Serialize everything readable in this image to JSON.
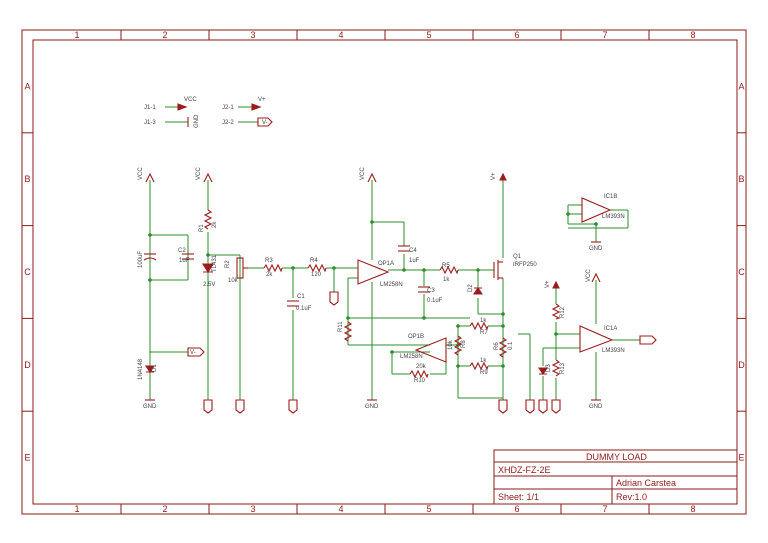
{
  "colors": {
    "frame": "#8b1a1a",
    "wire": "#2e8b2e",
    "part": "#9b1c1c",
    "text": "#444444"
  },
  "frame": {
    "cols": [
      "1",
      "2",
      "3",
      "4",
      "5",
      "6",
      "7",
      "8"
    ],
    "rows": [
      "A",
      "B",
      "C",
      "D",
      "E"
    ]
  },
  "title_block": {
    "title": "DUMMY LOAD",
    "project": "XHDZ-FZ-2E",
    "author": "Adrian Carstea",
    "sheet": "Sheet: 1/1",
    "rev": "Rev:1.0"
  },
  "labels": {
    "vcc": "VCC",
    "vplus": "V+",
    "gnd": "GND",
    "v_sig": "V-",
    "j11": "J1-1",
    "j13": "J1-3",
    "j21": "J2-1",
    "j22": "J2-2",
    "c2v": "100uF",
    "c2": "C2",
    "c2b": "1uF",
    "r1": "R1",
    "r1v": "2k",
    "d1": "D1",
    "d1v": "1N4148",
    "u2": "TL431",
    "u2v": "2.5V",
    "r2": "R2",
    "r2v": "10k",
    "r3": "R3",
    "r3v": "2k",
    "r4": "R4",
    "r4v": "120",
    "c1": "C1",
    "c1v": "0.1uF",
    "op1a": "OP1A",
    "op1a_ic": "LM258N",
    "c4": "C4",
    "c4v": "1uF",
    "c3": "C3",
    "c3v": "0.1uF",
    "r5": "R5",
    "r5v": "1k",
    "d2": "D2",
    "q1": "Q1",
    "q1v": "IRFP250",
    "r6": "R6",
    "r6v": "0.1",
    "r7": "R7",
    "r7v": "1k",
    "r8": "R8",
    "r8v": "10k",
    "r9": "R9",
    "r9v": "1k",
    "r10": "R10",
    "r10v": "20k",
    "r11": "R11",
    "op1b": "OP1B",
    "op1b_ic": "LM258N",
    "ic1b": "IC1B",
    "ic1b_ic": "LM393N",
    "ic1a": "IC1A",
    "ic1a_ic": "LM393N",
    "r12": "R12",
    "r13": "R13",
    "d3": "D3"
  }
}
